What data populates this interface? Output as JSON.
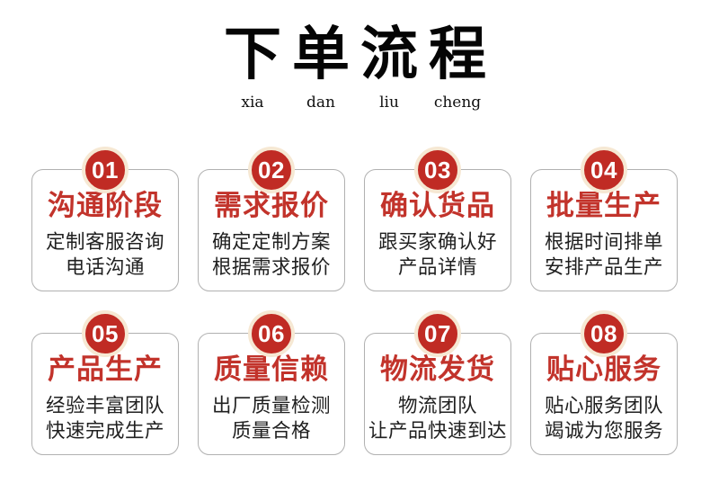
{
  "header": {
    "title_chars": [
      "下",
      "单",
      "流",
      "程"
    ],
    "pinyin": [
      "xia",
      "dan",
      "liu",
      "cheng"
    ]
  },
  "colors": {
    "badge_red": "#c02b24",
    "badge_ring_cream": "#f6e8d3",
    "title_red": "#c2332b",
    "card_border_gray": "#b1b1b1",
    "text_black": "#202020",
    "background": "#ffffff"
  },
  "steps": [
    {
      "number": "01",
      "title": "沟通阶段",
      "lines": [
        "定制客服咨询",
        "电话沟通"
      ]
    },
    {
      "number": "02",
      "title": "需求报价",
      "lines": [
        "确定定制方案",
        "根据需求报价"
      ]
    },
    {
      "number": "03",
      "title": "确认货品",
      "lines": [
        "跟买家确认好",
        "产品详情"
      ]
    },
    {
      "number": "04",
      "title": "批量生产",
      "lines": [
        "根据时间排单",
        "安排产品生产"
      ]
    },
    {
      "number": "05",
      "title": "产品生产",
      "lines": [
        "经验丰富团队",
        "快速完成生产"
      ]
    },
    {
      "number": "06",
      "title": "质量信赖",
      "lines": [
        "出厂质量检测",
        "质量合格"
      ]
    },
    {
      "number": "07",
      "title": "物流发货",
      "lines": [
        "物流团队",
        "让产品快速到达"
      ]
    },
    {
      "number": "08",
      "title": "贴心服务",
      "lines": [
        "贴心服务团队",
        "竭诚为您服务"
      ]
    }
  ]
}
